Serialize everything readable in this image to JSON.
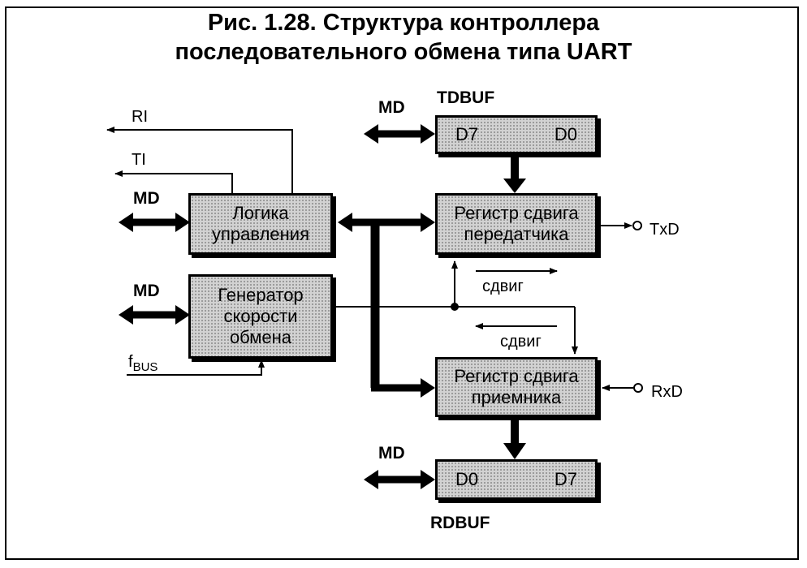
{
  "title": {
    "line1": "Рис. 1.28. Структура контроллера",
    "line2": "последовательного обмена типа UART"
  },
  "blocks": {
    "control_logic": {
      "line1": "Логика",
      "line2": "управления"
    },
    "baud_generator": {
      "line1": "Генератор",
      "line2": "скорости",
      "line3": "обмена"
    },
    "tx_shift": {
      "line1": "Регистр сдвига",
      "line2": "передатчика"
    },
    "rx_shift": {
      "line1": "Регистр сдвига",
      "line2": "приемника"
    },
    "tdbuf": {
      "name": "TDBUF",
      "left": "D7",
      "right": "D0"
    },
    "rdbuf": {
      "name": "RDBUF",
      "left": "D0",
      "right": "D7"
    }
  },
  "labels": {
    "ri": "RI",
    "ti": "TI",
    "md": "MD",
    "fbus_main": "f",
    "fbus_sub": "BUS",
    "txd": "TxD",
    "rxd": "RxD",
    "shift_tx": "сдвиг",
    "shift_rx": "сдвиг"
  }
}
